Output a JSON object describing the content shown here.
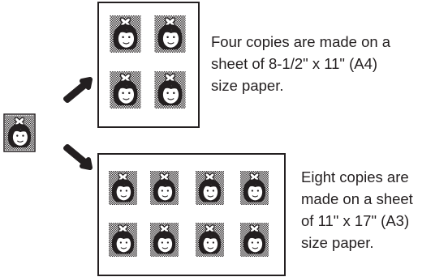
{
  "captions": {
    "four_copies": [
      "Four copies are made on a",
      "sheet of 8-1/2\" x 11\" (A4)",
      "size paper."
    ],
    "eight_copies": [
      "Eight copies are",
      "made on a sheet",
      "of 11\" x 17\" (A3)",
      "size paper."
    ]
  },
  "sheets": {
    "a4": {
      "copies": 4,
      "grid": "2x2"
    },
    "a3": {
      "copies": 8,
      "grid": "4x2"
    }
  },
  "icons": {
    "original": "portrait-original-icon",
    "arrows": [
      "arrow-up-right-icon",
      "arrow-down-right-icon"
    ]
  }
}
